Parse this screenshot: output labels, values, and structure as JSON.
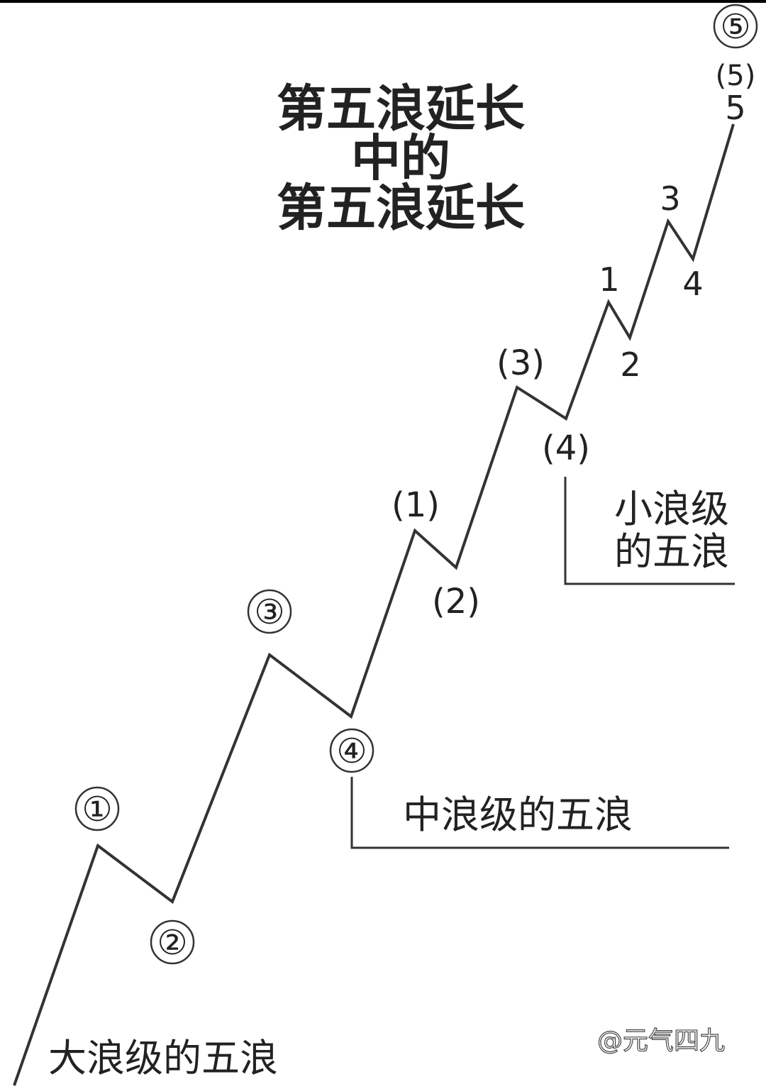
{
  "title_lines": [
    "第五浪延长",
    "中的",
    "第五浪延长"
  ],
  "levels": {
    "large": {
      "label": "大浪级的五浪",
      "waves": [
        "①",
        "②",
        "③",
        "④",
        "⑤"
      ]
    },
    "medium": {
      "label": "中浪级的五浪",
      "waves": [
        "(1)",
        "(2)",
        "(3)",
        "(4)",
        "(5)"
      ]
    },
    "small": {
      "label_lines": [
        "小浪级",
        "的五浪"
      ],
      "waves": [
        "1",
        "2",
        "3",
        "4",
        "5"
      ]
    }
  },
  "watermark": "@元气四九",
  "colors": {
    "line": "#333333",
    "text": "#222222"
  }
}
